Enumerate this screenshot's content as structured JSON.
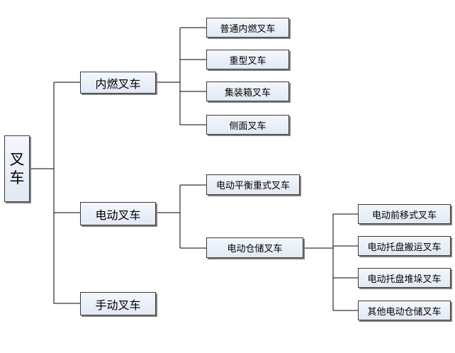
{
  "diagram": {
    "root": {
      "line1": "叉",
      "line2": "车"
    },
    "categories": {
      "internal_combustion": {
        "label": "内燃叉车",
        "children": [
          "普通内燃叉车",
          "重型叉车",
          "集装箱叉车",
          "侧面叉车"
        ]
      },
      "electric": {
        "label": "电动叉车",
        "children": [
          "电动平衡重式叉车",
          "电动仓储叉车"
        ],
        "warehouse_children": [
          "电动前移式叉车",
          "电动托盘搬运叉车",
          "电动托盘堆垛叉车",
          "其他电动仓储叉车"
        ]
      },
      "manual": {
        "label": "手动叉车"
      }
    }
  }
}
